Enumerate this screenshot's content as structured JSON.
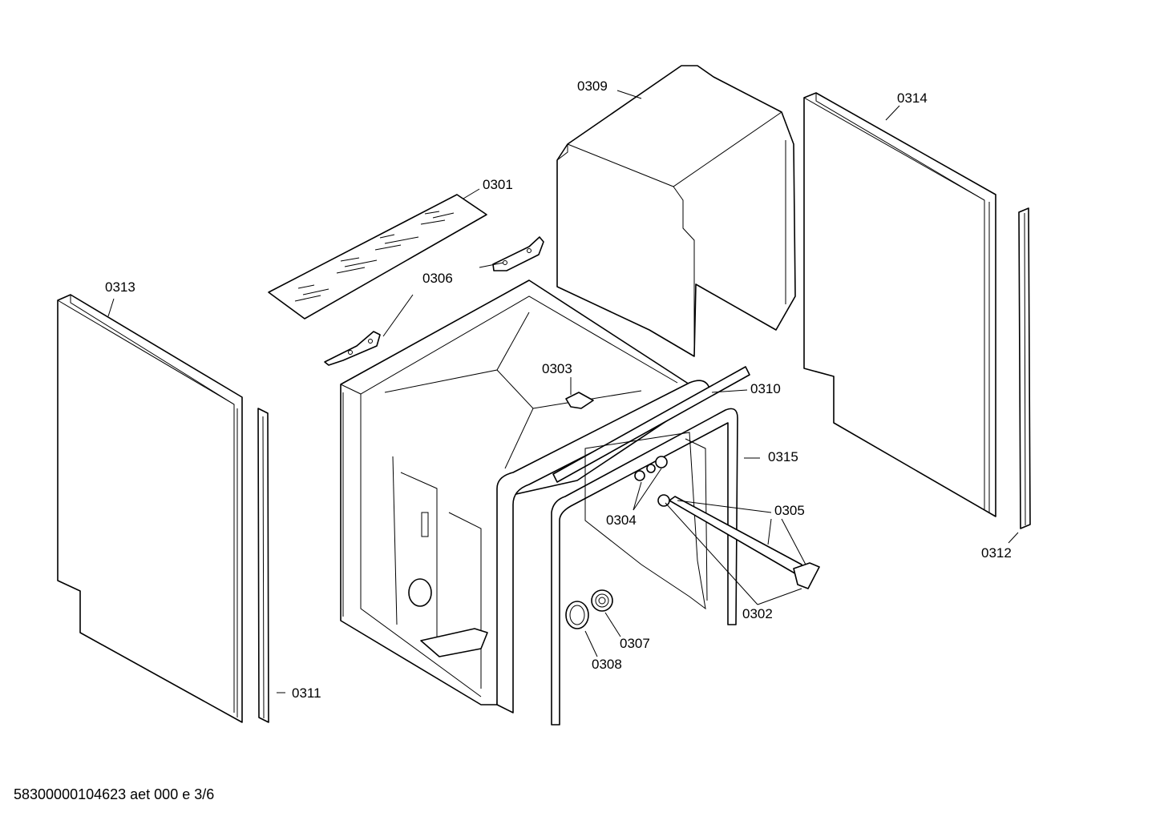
{
  "labels": {
    "p0301": "0301",
    "p0302": "0302",
    "p0303": "0303",
    "p0304": "0304",
    "p0305": "0305",
    "p0306": "0306",
    "p0307": "0307",
    "p0308": "0308",
    "p0309": "0309",
    "p0310": "0310",
    "p0311": "0311",
    "p0312": "0312",
    "p0313": "0313",
    "p0314": "0314",
    "p0315": "0315"
  },
  "footer": "58300000104623 aet 000 e 3/6"
}
